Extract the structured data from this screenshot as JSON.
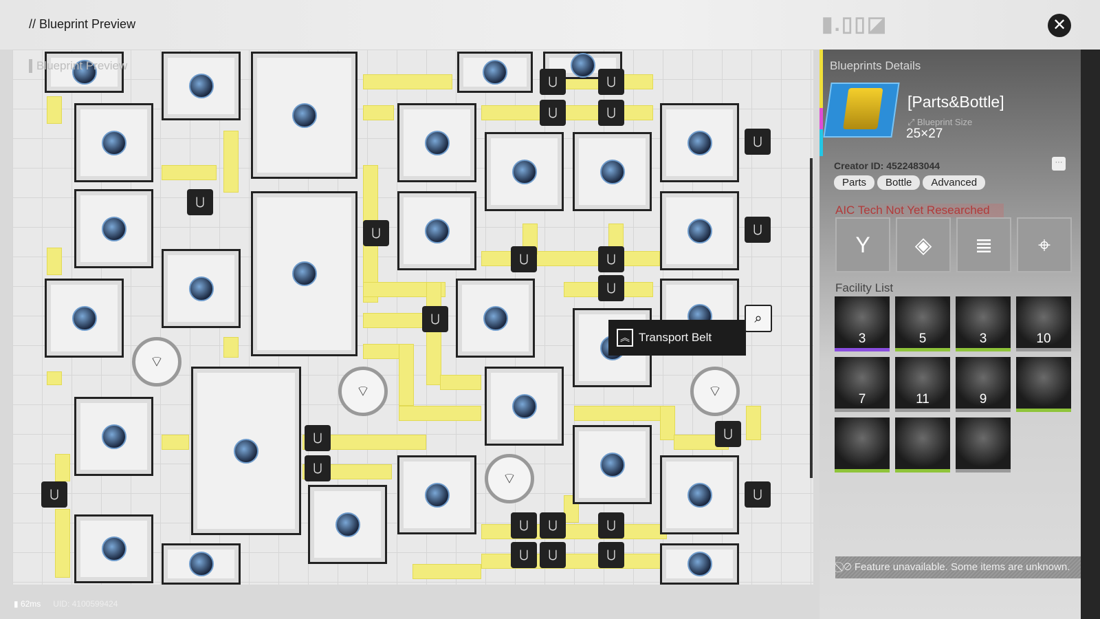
{
  "header": {
    "title": "// Blueprint Preview",
    "close_icon": "close-x-icon"
  },
  "canvas": {
    "label": "Blueprint Preview",
    "tooltip": {
      "label": "Transport Belt",
      "icon": "transport-belt-icon"
    },
    "search_icon": "magnifier-icon"
  },
  "panel": {
    "heading": "Blueprints Details",
    "blueprint_name": "Parts&Bottle",
    "size_label": "Blueprint Size",
    "size_value": "25×27",
    "creator_id": "Creator ID: 4522483044",
    "more_label": "···",
    "tags": [
      "Parts",
      "Bottle",
      "Advanced"
    ],
    "tech_heading": "AIC Tech Not Yet Researched",
    "tech_icons": [
      "tech-y-icon",
      "tech-layers-icon",
      "tech-list-icon",
      "tech-frame-icon"
    ],
    "facility_heading": "Facility List",
    "facilities": [
      {
        "count": "3",
        "rarity_color": "#8a4ee0"
      },
      {
        "count": "5",
        "rarity_color": "#8fc43a"
      },
      {
        "count": "3",
        "rarity_color": "#8fc43a"
      },
      {
        "count": "10",
        "rarity_color": "#9a9a9a"
      },
      {
        "count": "7",
        "rarity_color": "#9a9a9a"
      },
      {
        "count": "11",
        "rarity_color": "#9a9a9a"
      },
      {
        "count": "9",
        "rarity_color": "#9a9a9a"
      },
      {
        "count": "",
        "rarity_color": "#8fc43a"
      },
      {
        "count": "",
        "rarity_color": "#8fc43a"
      },
      {
        "count": "",
        "rarity_color": "#8fc43a"
      },
      {
        "count": "",
        "rarity_color": "#9a9a9a"
      }
    ],
    "banner": "Feature unavailable. Some items are unknown."
  },
  "footer": {
    "ping": "62ms",
    "uid": "UID: 4100599424"
  }
}
